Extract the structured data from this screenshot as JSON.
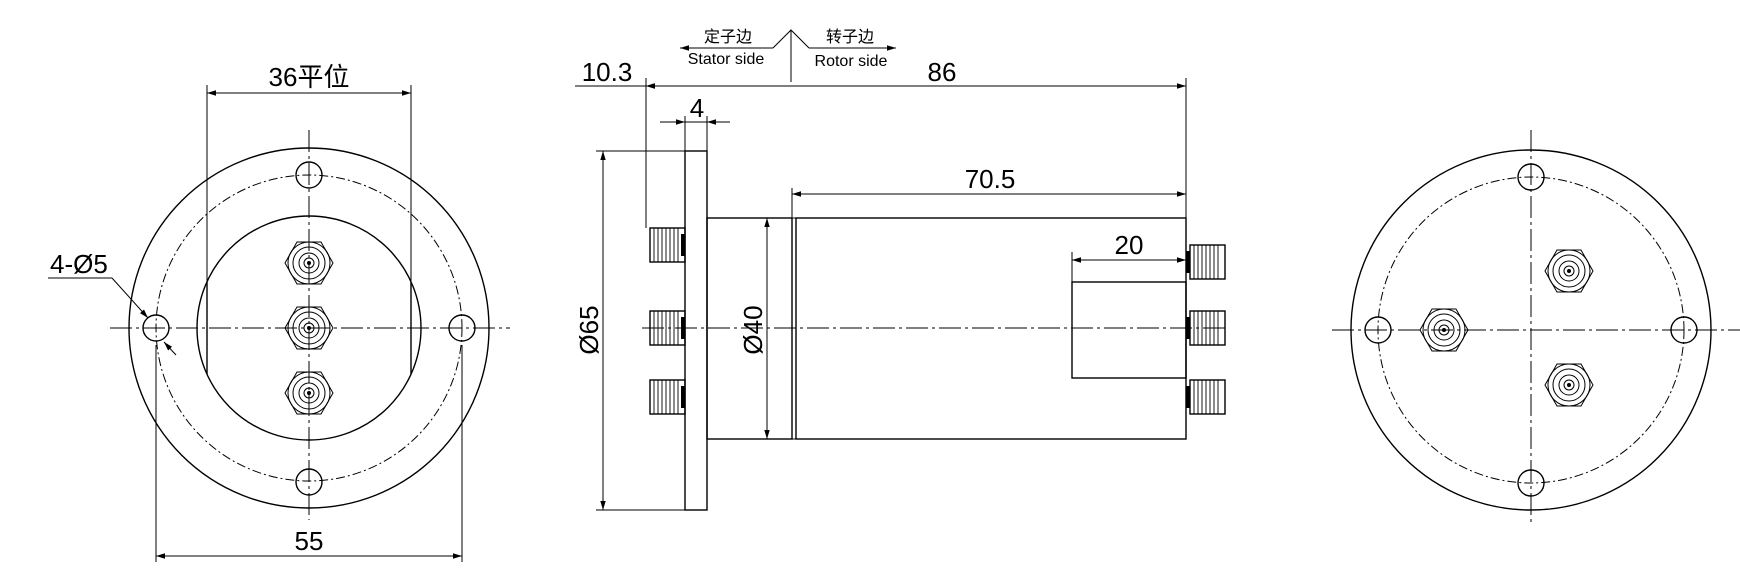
{
  "labels": {
    "stator_cn": "定子边",
    "stator_en": "Stator side",
    "rotor_cn": "转子边",
    "rotor_en": "Rotor side"
  },
  "dimensions": {
    "flat_width": "36平位",
    "holes": "4-Ø5",
    "bolt_circle": "55",
    "flange_offset": "10.3",
    "flange_thickness": "4",
    "total_length": "86",
    "rotor_length": "70.5",
    "slot_length": "20",
    "flange_diameter": "Ø65",
    "body_diameter": "Ø40"
  },
  "views": [
    "front-view",
    "side-view",
    "rear-view"
  ]
}
